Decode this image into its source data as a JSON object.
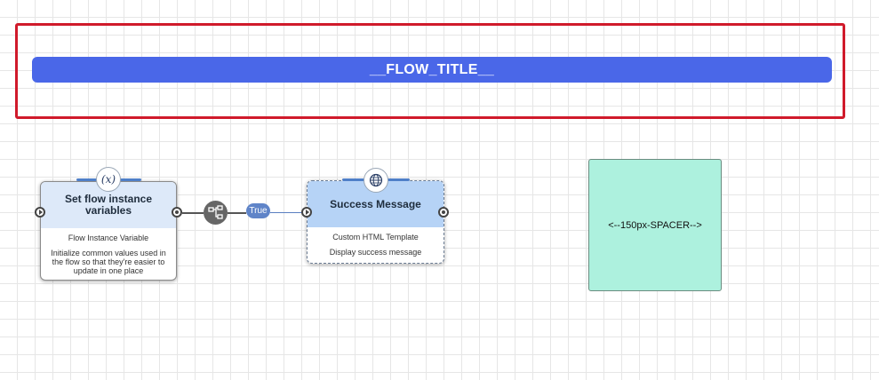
{
  "header": {
    "flow_title": "__FLOW_TITLE__"
  },
  "nodes": [
    {
      "title": "Set flow instance variables",
      "type_label": "Flow Instance Variable",
      "description": "Initialize common values used in the flow so that they're easier to update in one place",
      "icon": "variable-x-icon",
      "badge_text": "(x)"
    },
    {
      "title": "Success Message",
      "type_label": "Custom HTML Template",
      "description": "Display success message",
      "icon": "globe-icon"
    }
  ],
  "connector": {
    "condition_label": "True",
    "gate_icon": "branch-icon"
  },
  "spacer": {
    "label": "<--150px-SPACER-->"
  },
  "colors": {
    "title_bar": "#4a67e8",
    "title_frame": "#d01a2b",
    "spacer": "#adf1de",
    "node_header_light": "#dde9f9",
    "node_header_blue": "#b6d3f6",
    "true_pill": "#5f84c8"
  }
}
